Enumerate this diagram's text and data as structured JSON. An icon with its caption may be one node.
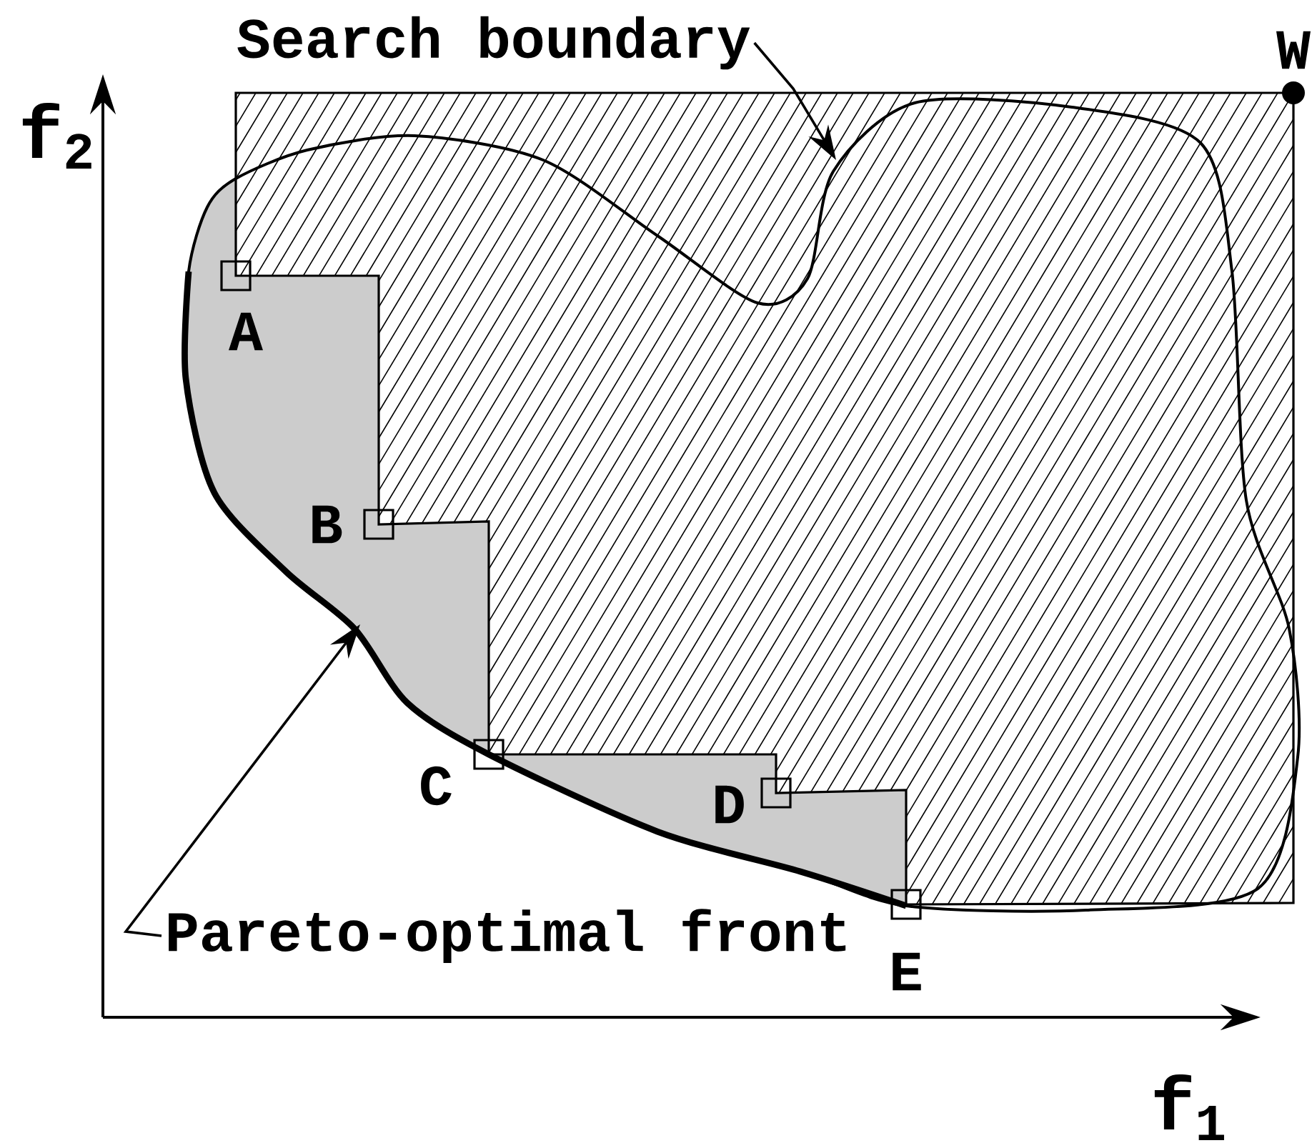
{
  "diagram": {
    "nodes": [
      {
        "text": [
          "Search boundary"
        ]
      },
      {
        "text": [
          "Pareto-optimal front"
        ]
      }
    ],
    "edges": [
      {
        "from": 0,
        "to": null,
        "arrow": "to"
      },
      {
        "from": 1,
        "to": null,
        "arrow": "to"
      }
    ],
    "labels": [
      "W",
      "f$_{2}$",
      "A",
      "B",
      "C",
      "D",
      "E",
      "f$_{1}$"
    ]
  }
}
